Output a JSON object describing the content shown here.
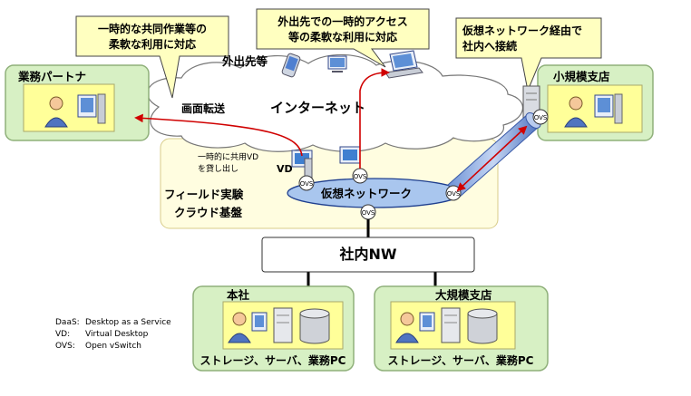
{
  "callouts": {
    "partner": [
      "一時的な共同作業等の",
      "柔軟な利用に対応"
    ],
    "access": [
      "外出先での一時的アクセス",
      "等の柔軟な利用に対応"
    ],
    "vpn": [
      "仮想ネットワーク経由で",
      "社内へ接続"
    ]
  },
  "labels": {
    "partner_box": "業務パートナ",
    "small_branch": "小規模支店",
    "outside": "外出先等",
    "internet": "インターネット",
    "screen_transfer": "画面転送",
    "lend_vd": [
      "一時的に共用VD",
      "を貸し出し"
    ],
    "vd": "VD",
    "cloud_platform": [
      "フィールド実験",
      "クラウド基盤"
    ],
    "virtual_network": "仮想ネットワーク",
    "ovs": "OVS",
    "corporate_nw": "社内NW",
    "hq": "本社",
    "large_branch": "大規模支店",
    "site_equipment": "ストレージ、サーバ、業務PC"
  },
  "legend": [
    {
      "abbr": "DaaS:",
      "desc": "Desktop as a Service"
    },
    {
      "abbr": "VD:",
      "desc": "Virtual Desktop"
    },
    {
      "abbr": "OVS:",
      "desc": "Open vSwitch"
    }
  ],
  "colors": {
    "callout_fill": "#ffffc0",
    "site_fill": "#d7f0c4",
    "site_border": "#8fb07a",
    "inner_fill": "#ffff99",
    "cloud_platform_fill": "#fffde0",
    "vnet_fill": "#a9c6ee",
    "vnet_border": "#1f3f8f",
    "arrow": "#d00000"
  }
}
